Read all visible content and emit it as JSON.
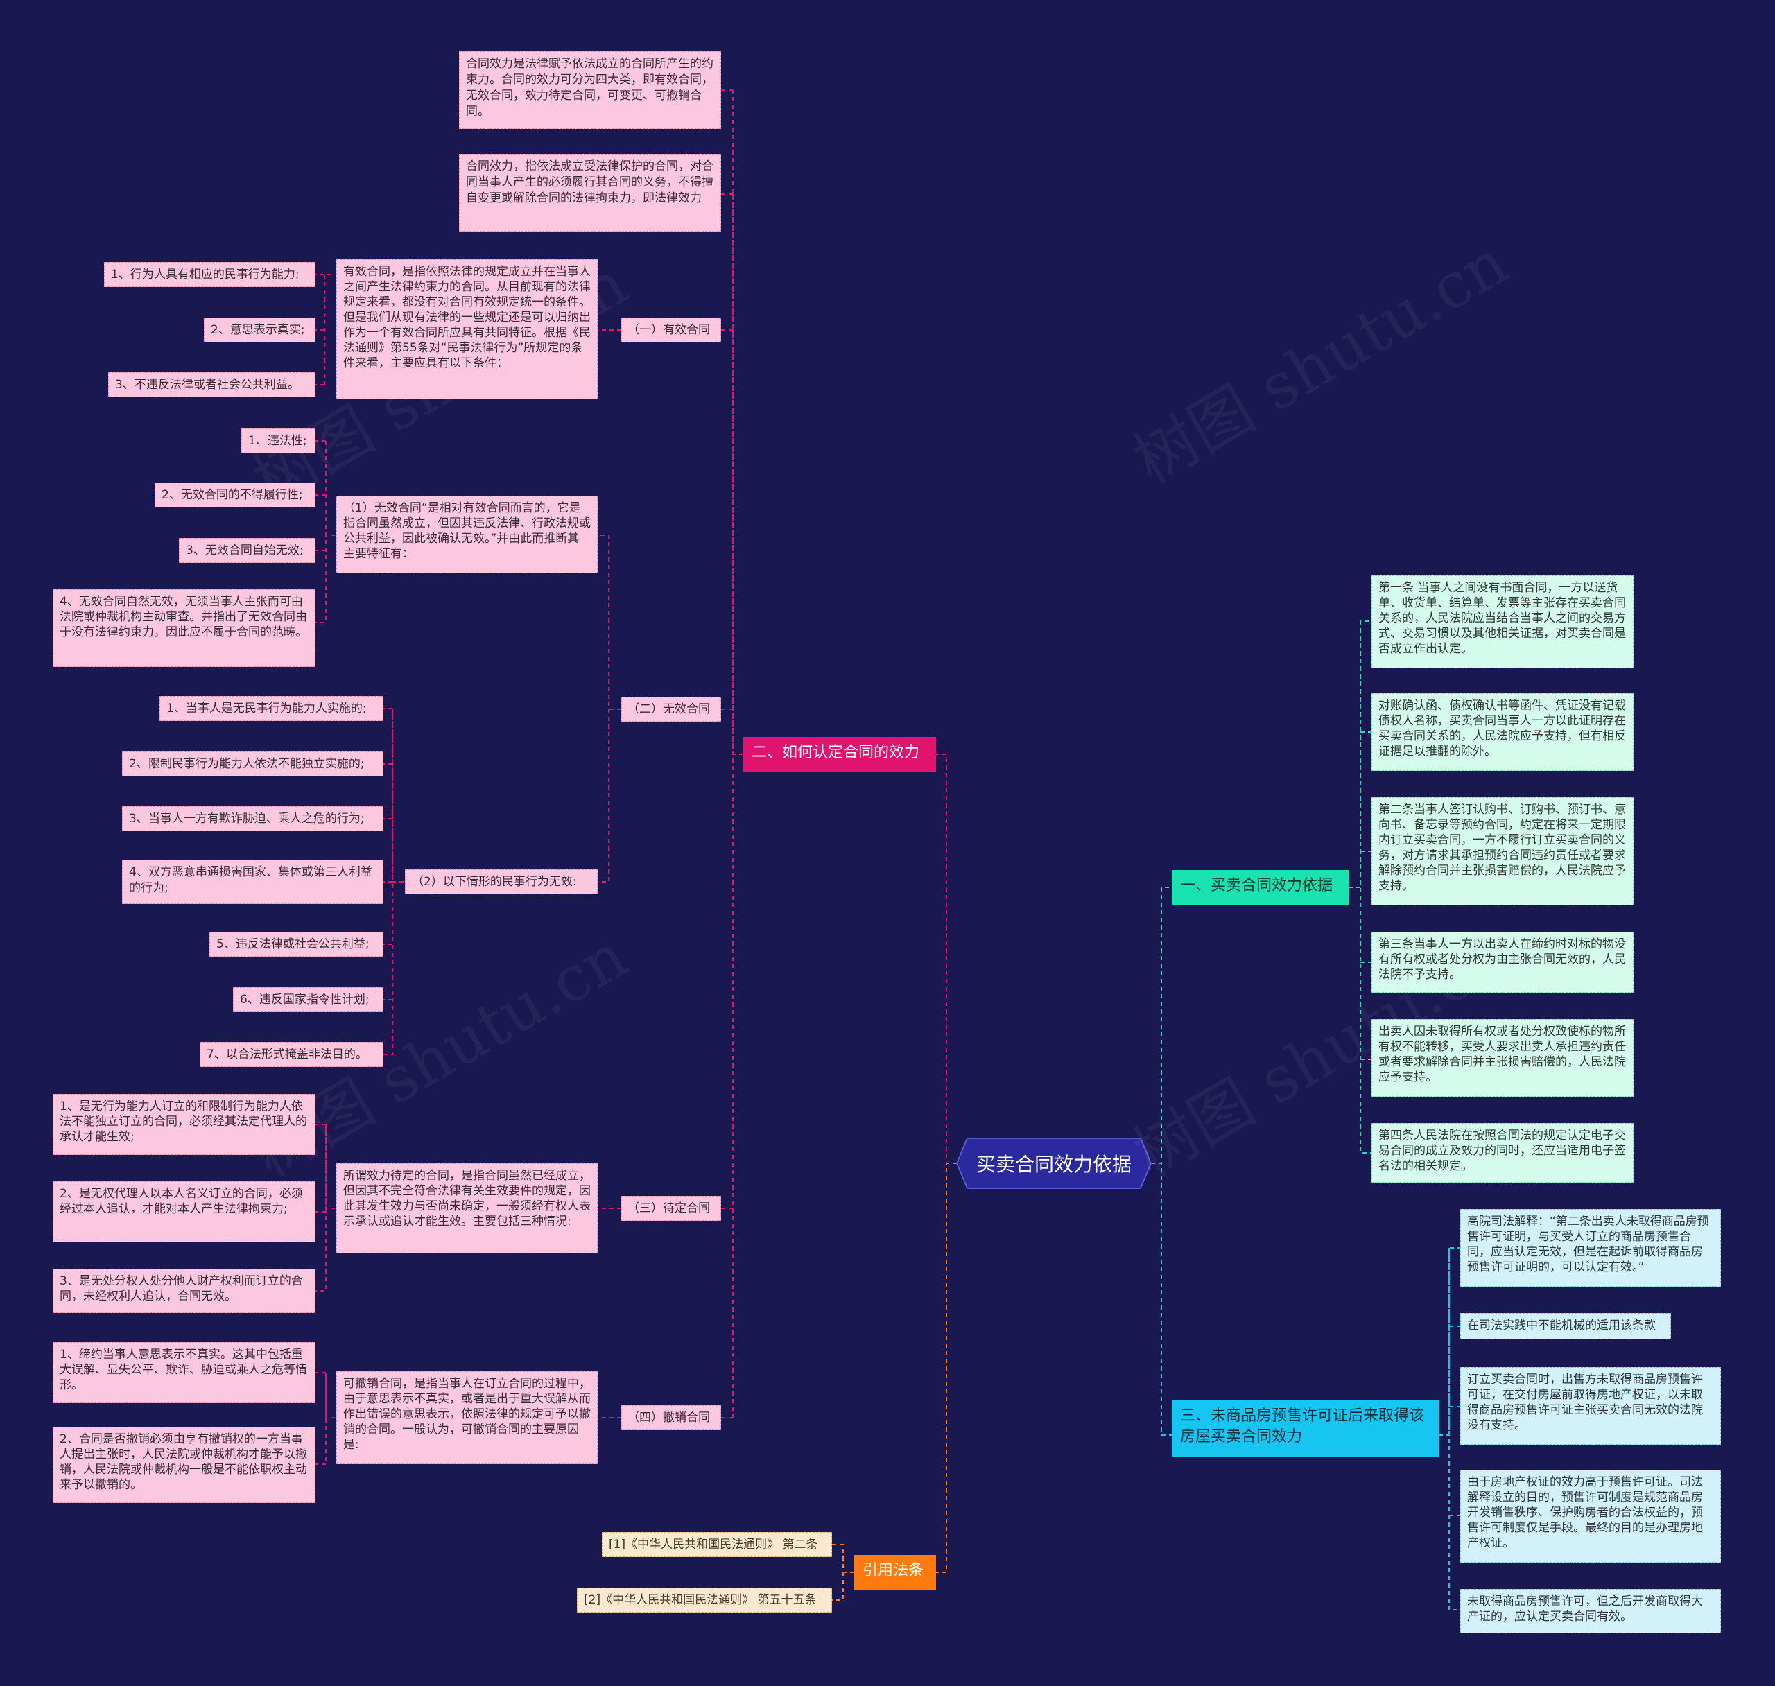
{
  "center": {
    "title": "买卖合同效力依据"
  },
  "colors": {
    "background": "#1a1850",
    "center": "#2a2a9e",
    "branch_pink": "#e0136e",
    "branch_green": "#19e3b0",
    "branch_cyan": "#16c6f0",
    "branch_orange": "#ff7a0f"
  },
  "branch_left": {
    "label": "二、如何认定合同的效力",
    "intro": [
      "合同效力是法律赋予依法成立的合同所产生的约束力。合同的效力可分为四大类，即有效合同，无效合同，效力待定合同，可变更、可撤销合同。",
      "合同效力，指依法成立受法律保护的合同，对合同当事人产生的必须履行其合同的义务，不得擅自变更或解除合同的法律拘束力，即法律效力"
    ],
    "valid": {
      "label": "（一）有效合同",
      "desc": "有效合同，是指依照法律的规定成立并在当事人之间产生法律约束力的合同。从目前现有的法律规定来看，都没有对合同有效规定统一的条件。但是我们从现有法律的一些规定还是可以归纳出作为一个有效合同所应具有共同特征。根据《民法通则》第55条对“民事法律行为”所规定的条件来看，主要应具有以下条件：",
      "items": [
        "1、行为人具有相应的民事行为能力;",
        "2、意思表示真实;",
        "3、不违反法律或者社会公共利益。"
      ]
    },
    "invalid": {
      "label": "（二）无效合同",
      "part1": {
        "desc": "（1）无效合同“是相对有效合同而言的，它是指合同虽然成立，但因其违反法律、行政法规或公共利益，因此被确认无效。”并由此而推断其主要特征有：",
        "items": [
          "1、违法性;",
          "2、无效合同的不得履行性;",
          "3、无效合同自始无效;",
          "4、无效合同自然无效，无须当事人主张而可由法院或仲裁机构主动审查。并指出了无效合同由于没有法律约束力，因此应不属于合同的范畴。"
        ]
      },
      "part2": {
        "desc": "（2）以下情形的民事行为无效:",
        "items": [
          "1、当事人是无民事行为能力人实施的;",
          "2、限制民事行为能力人依法不能独立实施的;",
          "3、当事人一方有欺诈胁迫、乘人之危的行为;",
          "4、双方恶意串通损害国家、集体或第三人利益的行为;",
          "5、违反法律或社会公共利益;",
          "6、违反国家指令性计划;",
          "7、以合法形式掩盖非法目的。"
        ]
      }
    },
    "pending": {
      "label": "（三）待定合同",
      "desc": "所谓效力待定的合同，是指合同虽然已经成立，但因其不完全符合法律有关生效要件的规定，因此其发生效力与否尚未确定，一般须经有权人表示承认或追认才能生效。主要包括三种情况:",
      "items": [
        "1、是无行为能力人订立的和限制行为能力人依法不能独立订立的合同，必须经其法定代理人的承认才能生效;",
        "2、是无权代理人以本人名义订立的合同，必须经过本人追认，才能对本人产生法律拘束力;",
        "3、是无处分权人处分他人财产权利而订立的合同，未经权利人追认，合同无效。"
      ]
    },
    "revocable": {
      "label": "（四）撤销合同",
      "desc": "可撤销合同，是指当事人在订立合同的过程中，由于意思表示不真实，或者是出于重大误解从而作出错误的意思表示，依照法律的规定可予以撤销的合同。一般认为，可撤销合同的主要原因是:",
      "items": [
        "1、缔约当事人意思表示不真实。这其中包括重大误解、显失公平、欺诈、胁迫或乘人之危等情形。",
        "2、合同是否撤销必须由享有撤销权的一方当事人提出主张时，人民法院或仲裁机构才能予以撤销，人民法院或仲裁机构一般是不能依职权主动来予以撤销的。"
      ]
    }
  },
  "branch_refs": {
    "label": "引用法条",
    "items": [
      "[1]《中华人民共和国民法通则》 第二条",
      "[2]《中华人民共和国民法通则》 第五十五条"
    ]
  },
  "branch_right1": {
    "label": "一、买卖合同效力依据",
    "items": [
      "第一条 当事人之间没有书面合同，一方以送货单、收货单、结算单、发票等主张存在买卖合同关系的，人民法院应当结合当事人之间的交易方式、交易习惯以及其他相关证据，对买卖合同是否成立作出认定。",
      "对账确认函、债权确认书等函件、凭证没有记载债权人名称，买卖合同当事人一方以此证明存在买卖合同关系的，人民法院应予支持，但有相反证据足以推翻的除外。",
      "第二条当事人签订认购书、订购书、预订书、意向书、备忘录等预约合同，约定在将来一定期限内订立买卖合同，一方不履行订立买卖合同的义务，对方请求其承担预约合同违约责任或者要求解除预约合同并主张损害赔偿的，人民法院应予支持。",
      "第三条当事人一方以出卖人在缔约时对标的物没有所有权或者处分权为由主张合同无效的，人民法院不予支持。",
      "出卖人因未取得所有权或者处分权致使标的物所有权不能转移，买受人要求出卖人承担违约责任或者要求解除合同并主张损害赔偿的，人民法院应予支持。",
      "第四条人民法院在按照合同法的规定认定电子交易合同的成立及效力的同时，还应当适用电子签名法的相关规定。"
    ]
  },
  "branch_right2": {
    "label": "三、未商品房预售许可证后来取得该房屋买卖合同效力",
    "items": [
      "高院司法解释：“第二条出卖人未取得商品房预售许可证明，与买受人订立的商品房预售合同，应当认定无效，但是在起诉前取得商品房预售许可证明的，可以认定有效。”",
      "在司法实践中不能机械的适用该条款",
      "订立买卖合同时，出售方未取得商品房预售许可证，在交付房屋前取得房地产权证，以未取得商品房预售许可证主张买卖合同无效的法院没有支持。",
      "由于房地产权证的效力高于预售许可证。司法解释设立的目的，预售许可制度是规范商品房开发销售秩序、保护购房者的合法权益的，预售许可制度仅是手段。最终的目的是办理房地产权证。",
      "未取得商品房预售许可，但之后开发商取得大产证的，应认定买卖合同有效。"
    ]
  }
}
